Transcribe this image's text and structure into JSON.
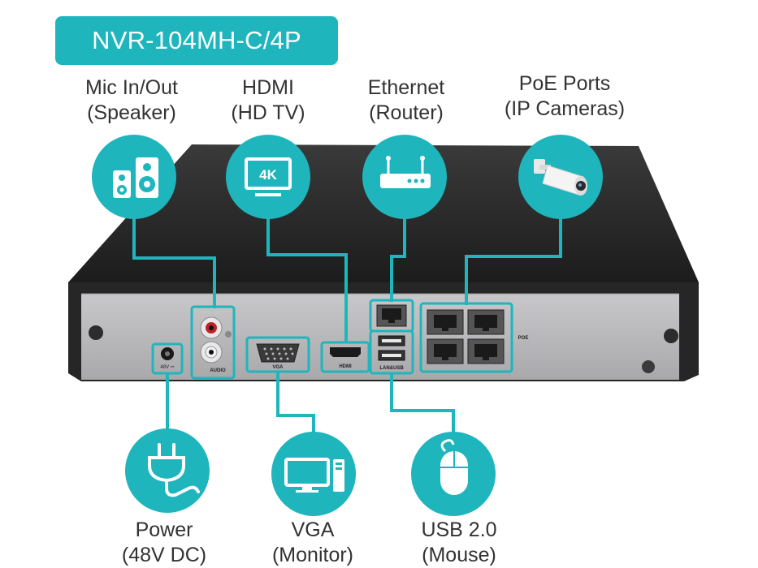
{
  "title": "NVR-104MH-C/4P",
  "features": {
    "mic": {
      "line1": "Mic In/Out",
      "line2": "(Speaker)",
      "icon": "speaker-icon"
    },
    "hdmi": {
      "line1": "HDMI",
      "line2": "(HD TV)",
      "icon": "tv-4k-icon",
      "badge": "4K"
    },
    "ethernet": {
      "line1": "Ethernet",
      "line2": "(Router)",
      "icon": "router-icon"
    },
    "poe": {
      "line1": "PoE Ports",
      "line2": "(IP Cameras)",
      "icon": "camera-icon"
    },
    "power": {
      "line1": "Power",
      "line2": "(48V DC)",
      "icon": "power-plug-icon"
    },
    "vga": {
      "line1": "VGA",
      "line2": "(Monitor)",
      "icon": "computer-icon"
    },
    "usb": {
      "line1": "USB 2.0",
      "line2": "(Mouse)",
      "icon": "mouse-icon"
    }
  },
  "panel_labels": {
    "power": "48V ⎓",
    "audio": "AUDIO",
    "vga": "VGA",
    "hdmi": "HDMI",
    "lanusb": "LAN&USB",
    "poe": "POE"
  },
  "colors": {
    "accent": "#1fb5bd",
    "device": "#2a2a2a",
    "panel": "#b9b9bb"
  }
}
